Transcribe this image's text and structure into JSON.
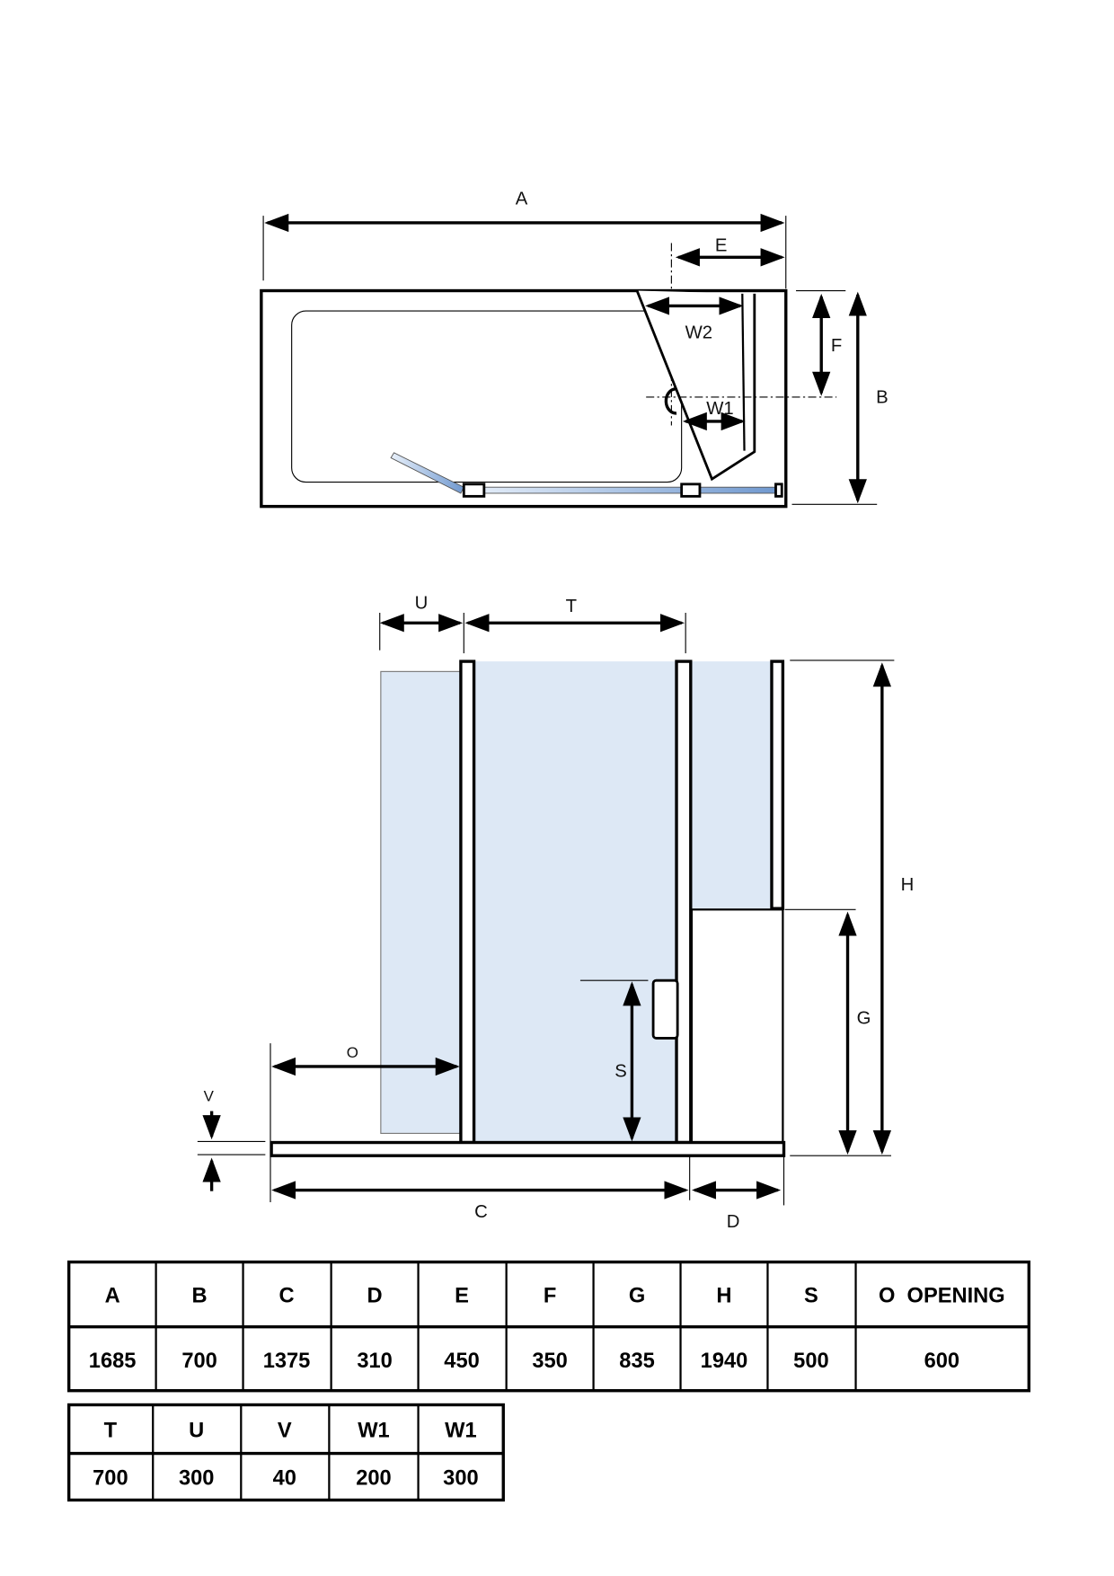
{
  "plan_view": {
    "labels": {
      "A": "A",
      "E": "E",
      "W2": "W2",
      "F": "F",
      "B": "B",
      "W1": "W1"
    }
  },
  "elevation_view": {
    "labels": {
      "U": "U",
      "T": "T",
      "H": "H",
      "G": "G",
      "S": "S",
      "O": "O",
      "V": "V",
      "C": "C",
      "D": "D"
    }
  },
  "colors": {
    "glass": "#dde8f5",
    "glass_bar": "#7fa6d6"
  },
  "table1": {
    "headers": [
      "A",
      "B",
      "C",
      "D",
      "E",
      "F",
      "G",
      "H",
      "S",
      "O  OPENING"
    ],
    "values": [
      "1685",
      "700",
      "1375",
      "310",
      "450",
      "350",
      "835",
      "1940",
      "500",
      "600"
    ]
  },
  "table2": {
    "headers": [
      "T",
      "U",
      "V",
      "W1",
      "W1"
    ],
    "values": [
      "700",
      "300",
      "40",
      "200",
      "300"
    ]
  }
}
